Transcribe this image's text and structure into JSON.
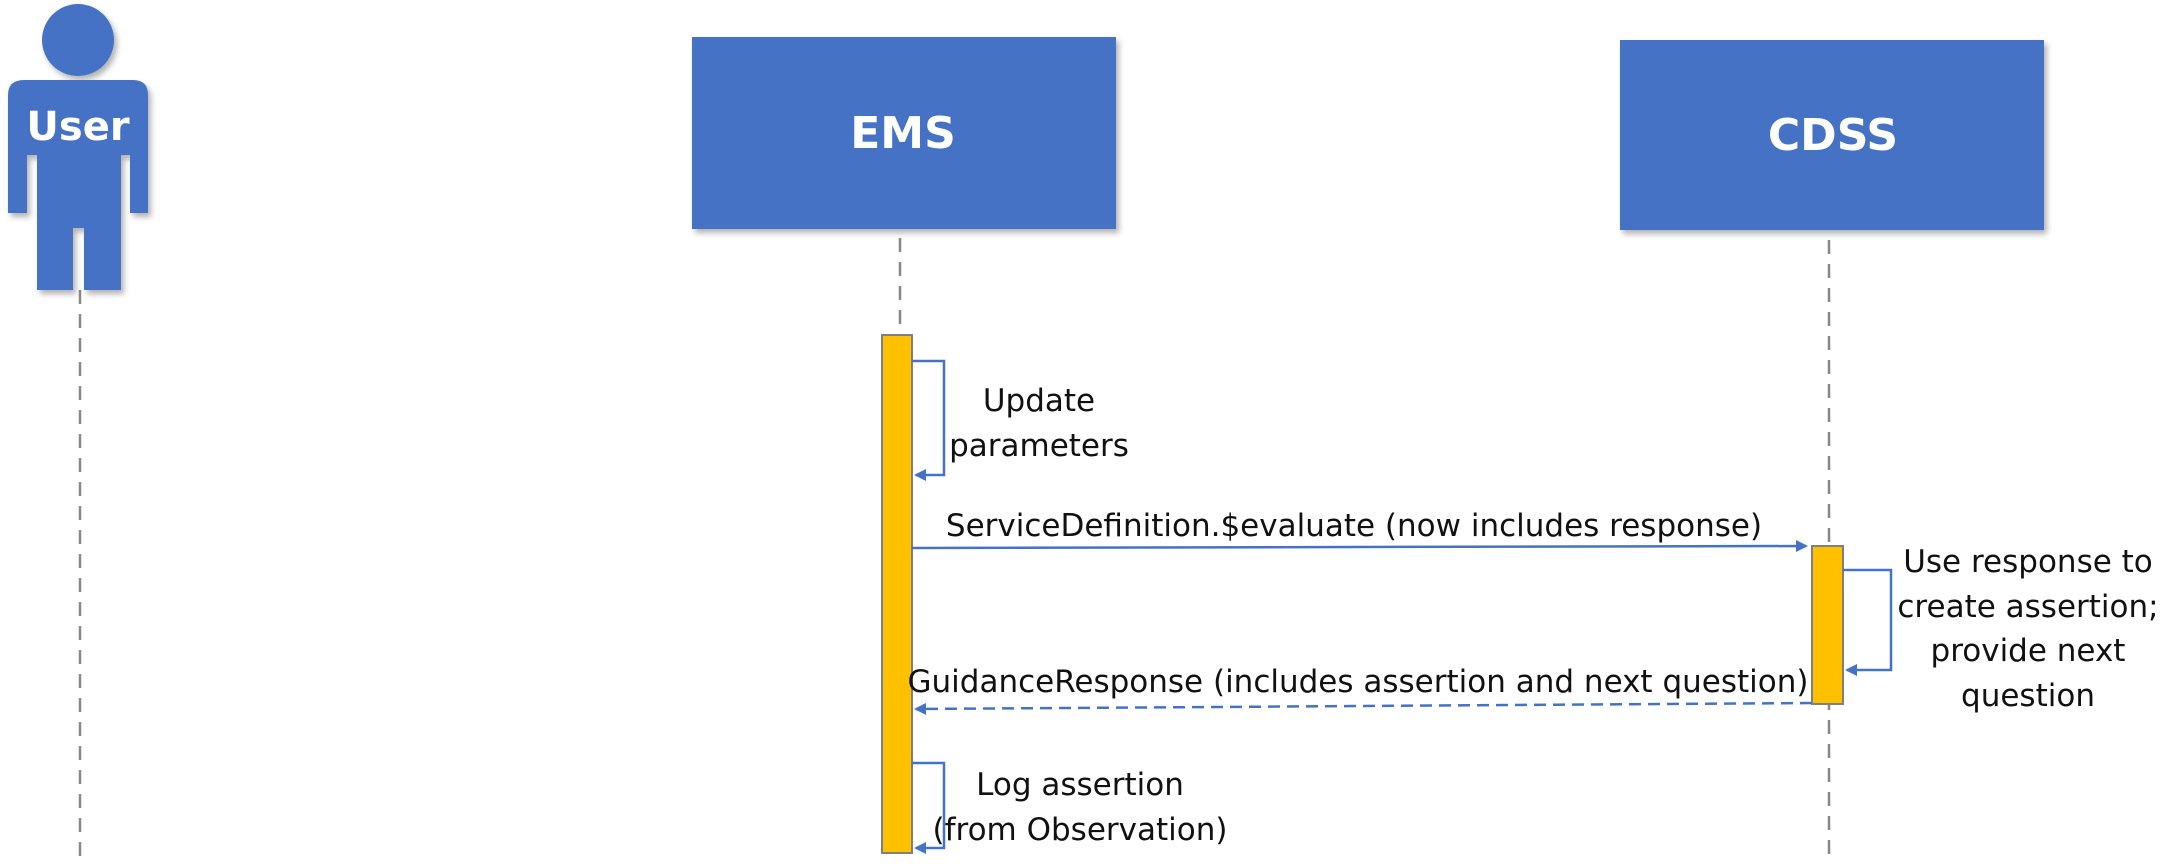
{
  "participants": {
    "user": "User",
    "ems": "EMS",
    "cdss": "CDSS"
  },
  "messages": {
    "update_params": [
      "Update",
      "parameters"
    ],
    "evaluate": "ServiceDefinition.$evaluate (now includes response)",
    "cdss_note": [
      "Use response to",
      "create assertion;",
      "provide next",
      "question"
    ],
    "guidance": "GuidanceResponse (includes assertion and next question)",
    "log": [
      "Log assertion",
      "(from Observation)"
    ]
  },
  "colors": {
    "participant_fill": "#4472C4",
    "activation_fill": "#FFC000",
    "arrow": "#4472C4",
    "lifeline": "#888888"
  }
}
